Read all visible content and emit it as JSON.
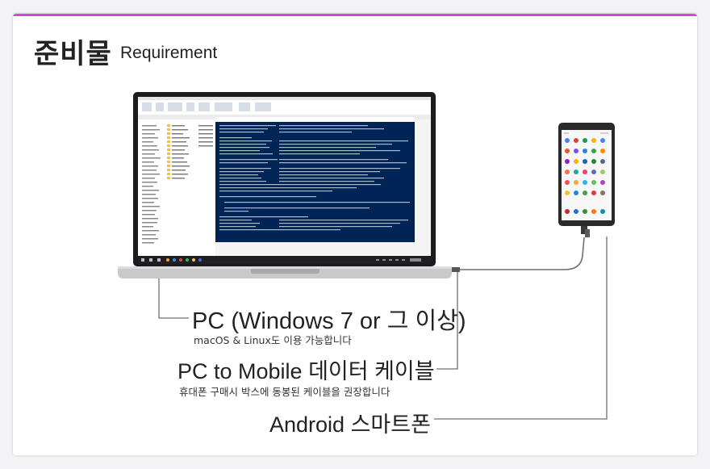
{
  "header": {
    "title": "준비물",
    "subtitle": "Requirement"
  },
  "items": [
    {
      "title": "PC (Windows 7 or 그 이상)",
      "note": "macOS & Linux도 이용 가능합니다"
    },
    {
      "title": "PC to Mobile 데이터 케이블",
      "note": "휴대폰 구매시 박스에 동봉된 케이블을 권장합니다"
    },
    {
      "title": "Android 스마트폰",
      "note": ""
    }
  ],
  "colors": {
    "accent": "#c94bd6",
    "terminal": "#012456",
    "line": "#6f6f6f"
  }
}
